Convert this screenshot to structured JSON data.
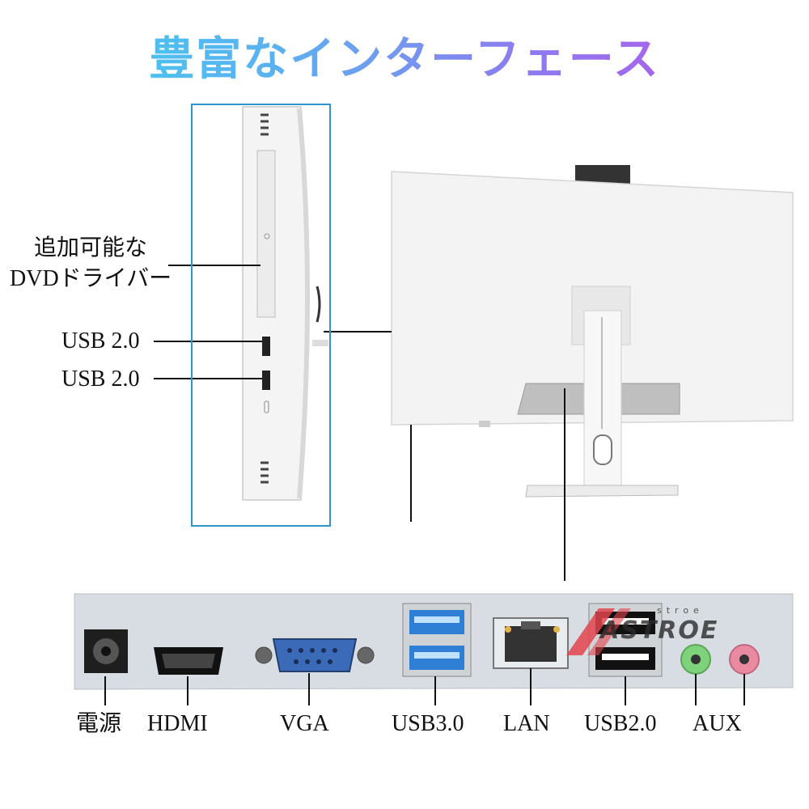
{
  "title": "豊富なインターフェース",
  "side_labels": {
    "dvd_line1": "追加可能な",
    "dvd_line2": "DVDドライバー",
    "usb_a": "USB 2.0",
    "usb_b": "USB 2.0"
  },
  "ports": [
    {
      "name": "電源"
    },
    {
      "name": "HDMI"
    },
    {
      "name": "VGA"
    },
    {
      "name": "USB3.0"
    },
    {
      "name": "LAN"
    },
    {
      "name": "USB2.0"
    },
    {
      "name": "AUX"
    }
  ],
  "watermark": {
    "small": "stroe",
    "big": "ASTROE"
  },
  "colors": {
    "frame": "#2c95d0",
    "usb3": "#2f7fd6",
    "vga": "#3b6ab8",
    "aux_green": "#7ed37a",
    "aux_pink": "#e98aa0",
    "panel": "#d7dde2"
  }
}
